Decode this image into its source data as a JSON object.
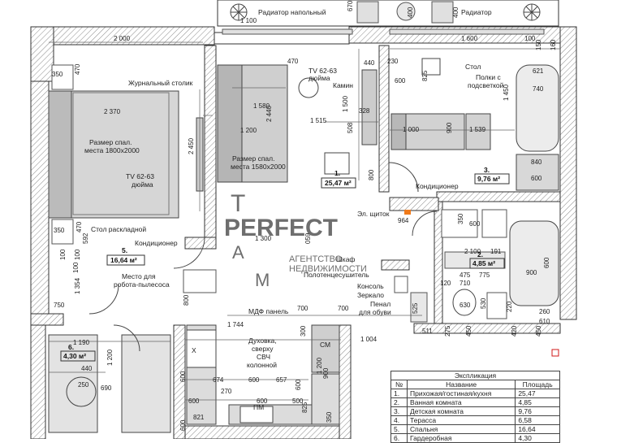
{
  "labels": {
    "radiator_floor": "Радиатор напольный",
    "radiator": "Радиатор",
    "coffee_table": "Журнальный столик",
    "tv_living": "TV 62-63",
    "tv_living_2": "дюйма",
    "fireplace": "Камин",
    "table": "Стол",
    "shelves": "Полки с",
    "shelves_2": "подсветкой",
    "bed_big": "Размер спал.",
    "bed_big_2": "места 1800х2000",
    "bed_sofa": "Размер спал.",
    "bed_sofa_2": "места 1580х2000",
    "tv_bedroom": "TV 62-63",
    "tv_bedroom_2": "дюйма",
    "aircon_1": "Кондиционер",
    "aircon_2": "Кондиционер",
    "folding_table": "Стол раскладной",
    "panel": "Эл. щиток",
    "wardrobe": "Шкаф",
    "towel_dryer": "Полотенцесушитель",
    "console": "Консоль",
    "mirror": "Зеркало",
    "shoe_cabinet": "Пенал",
    "shoe_cabinet_2": "для обуви",
    "robot_place": "Место для",
    "robot_place_2": "робота-пылесоса",
    "mdf_panel": "МДФ панель",
    "oven": "Духовка,",
    "oven_2": "сверху",
    "oven_3": "СВЧ",
    "oven_4": "колонной",
    "fridge_mark": "Х",
    "dishwasher_mark": "ПМ",
    "washer_mark": "СМ"
  },
  "rooms": {
    "r1_num": "1.",
    "r1_area": "25,47 м²",
    "r2_num": "2.",
    "r2_area": "4,85 м²",
    "r3_num": "3.",
    "r3_area": "9,76 м²",
    "r5_num": "5.",
    "r5_area": "16,64 м²",
    "r6_num": "6.",
    "r6_area": "4,30 м²"
  },
  "dims": {
    "d1100": "1 100",
    "d670": "670",
    "d400a": "400",
    "d400b": "400",
    "d2000": "2 000",
    "d1600": "1 600",
    "d100a": "100",
    "d350a": "350",
    "d470a": "470",
    "d470b": "470",
    "d440a": "440",
    "d230": "230",
    "d600a": "600",
    "d825": "825",
    "d621": "621",
    "d150": "150",
    "d160": "160",
    "d740": "740",
    "d1580": "1 580",
    "d2370": "2 370",
    "d2440": "2 440",
    "d1500": "1 500",
    "d1450": "1 450",
    "d1200a": "1 200",
    "d1515": "1 515",
    "d328": "328",
    "d508": "508",
    "d1000": "1 000",
    "d900a": "900",
    "d1539": "1 539",
    "d2450": "2 450",
    "d800a": "800",
    "d840": "840",
    "d600b": "600",
    "d350b": "350",
    "d470c": "470",
    "d592": "592",
    "d964": "964",
    "d350c": "350",
    "d600c": "600",
    "d1300": "1 300",
    "d2100": "2 100",
    "d191": "191",
    "d100b": "100",
    "d100c": "100",
    "d475": "475",
    "d775": "775",
    "d120": "120",
    "d710": "710",
    "d600d": "600",
    "d1354": "1 354",
    "d750": "750",
    "d800b": "800",
    "d900b": "900",
    "d220": "220",
    "d260": "260",
    "d700a": "700",
    "d700b": "700",
    "d525": "525",
    "d630": "630",
    "d530": "530",
    "d1744": "1 744",
    "d1190": "1 190",
    "d300": "300",
    "d1004": "1 004",
    "d511": "511",
    "d275": "275",
    "d450a": "450",
    "d420": "420",
    "d610": "610",
    "d450b": "450",
    "d440b": "440",
    "d1200b": "1 200",
    "d250": "250",
    "d690": "690",
    "d674": "674",
    "d600e": "600",
    "d600f": "600",
    "d657": "657",
    "d600g": "600",
    "d900c": "900",
    "d600h": "600",
    "d270": "270",
    "d600i": "600",
    "d825b": "825",
    "d500": "500",
    "d821": "821",
    "d350d": "350",
    "d600j": "600",
    "d1200c": "1 200",
    "d059": "059",
    "d100d": "100"
  },
  "watermark": {
    "brand": "PERFECT",
    "line1": "АГЕНТСТВО",
    "line2": "НЕДВИЖИМОСТИ",
    "logo_t": "T",
    "logo_a": "A",
    "logo_m": "M"
  },
  "explication": {
    "title": "Экспликация",
    "headers": [
      "№",
      "Название",
      "Площадь"
    ],
    "rows": [
      [
        "1.",
        "Прихожая/гостиная/кухня",
        "25,47"
      ],
      [
        "2.",
        "Ванная комната",
        "4,85"
      ],
      [
        "3.",
        "Детская комната",
        "9,76"
      ],
      [
        "4.",
        "Терасса",
        "6,58"
      ],
      [
        "5.",
        "Спальня",
        "16,64"
      ],
      [
        "6.",
        "Гардеробная",
        "4,30"
      ]
    ]
  },
  "colors": {
    "wall_fill": "#ffffff",
    "hatch": "#8a8a8a",
    "furniture": "#bdbdbd",
    "line": "#333333",
    "accent_orange": "#f07a1a",
    "accent_red": "#d01818"
  }
}
